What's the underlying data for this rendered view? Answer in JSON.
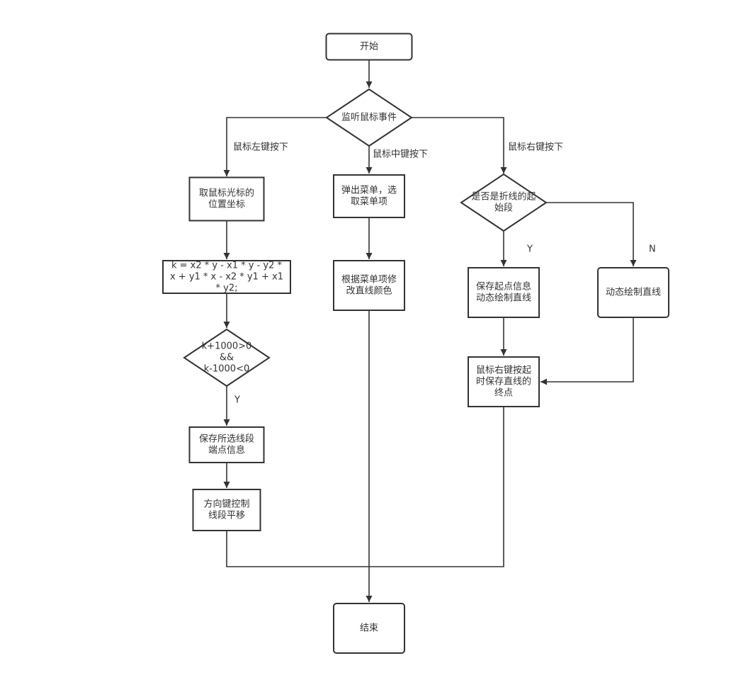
{
  "nodes": {
    "start": [
      "开始"
    ],
    "listen": [
      "监听鼠标事件"
    ],
    "get_pos": [
      "取鼠标光标的",
      "位置坐标"
    ],
    "calc_k": [
      "k = x2 * y - x1 * y - y2 *",
      "x + y1 * x - x2 * y1 + x1",
      "* y2;"
    ],
    "check_k": [
      "k+1000>0",
      "&&",
      "k-1000<0"
    ],
    "save_seg": [
      "保存所选线段",
      "端点信息"
    ],
    "arrow_move": [
      "方向键控制",
      "线段平移"
    ],
    "popup": [
      "弹出菜单，选",
      "取菜单项"
    ],
    "change_color": [
      "根据菜单项修",
      "改直线颜色"
    ],
    "is_start": [
      "是否是折线的起",
      "始段"
    ],
    "save_start": [
      "保存起点信息",
      "动态绘制直线"
    ],
    "dyn_draw": [
      "动态绘制直线"
    ],
    "save_end": [
      "鼠标右键按起",
      "时保存直线的",
      "终点"
    ],
    "end": [
      "结束"
    ]
  },
  "edge_labels": {
    "left_press": "鼠标左键按下",
    "mid_press": "鼠标中键按下",
    "right_press": "鼠标右键按下",
    "yes_k": "Y",
    "yes_start": "Y",
    "no_start": "N"
  },
  "colors": {
    "stroke": "#333333",
    "fill": "#ffffff",
    "text": "#333333"
  }
}
